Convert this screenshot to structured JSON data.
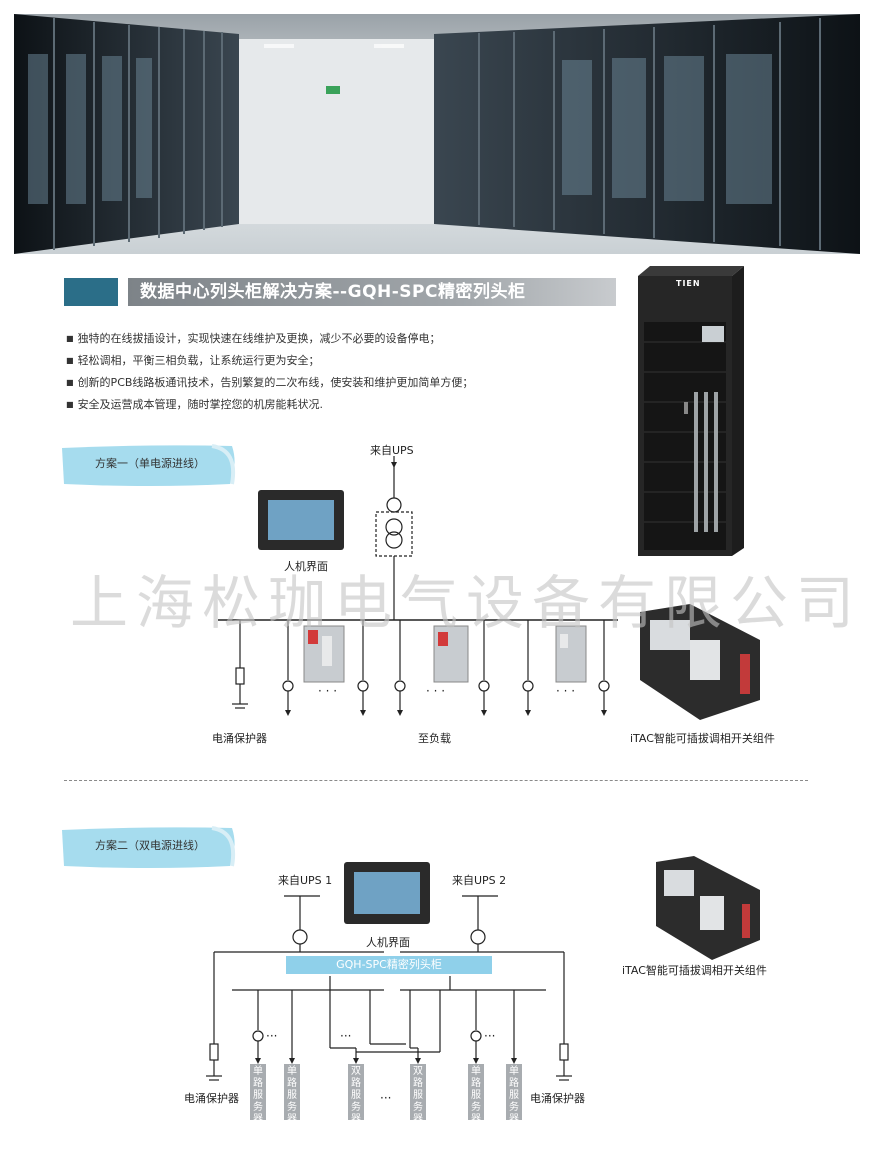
{
  "header": {
    "title": "数据中心列头柜解决方案--GQH-SPC精密列头柜",
    "cabinet_brand": "TIEN"
  },
  "features": [
    "独特的在线拔插设计，实现快速在线维护及更换，减少不必要的设备停电；",
    "轻松调相，平衡三相负载，让系统运行更为安全；",
    "创新的PCB线路板通讯技术，告别繁复的二次布线，使安装和维护更加简单方便；",
    "安全及运营成本管理，随时掌控您的机房能耗状况."
  ],
  "scheme1": {
    "label": "方案一（单电源进线）",
    "source": "来自UPS",
    "hmi": "人机界面",
    "surge": "电涌保护器",
    "load": "至负载",
    "itac": "iTAC智能可插拔调相开关组件"
  },
  "watermark": "上海松珈电气设备有限公司",
  "scheme2": {
    "label": "方案二（双电源进线）",
    "source1": "来自UPS 1",
    "source2": "来自UPS 2",
    "hmi": "人机界面",
    "bus": "GQH-SPC精密列头柜",
    "surge_left": "电涌保护器",
    "surge_right": "电涌保护器",
    "itac": "iTAC智能可插拔调相开关组件",
    "servers": [
      "单路服务器",
      "单路服务器",
      "双路服务器",
      "双路服务器",
      "单路服务器",
      "单路服务器"
    ],
    "dots": "···"
  },
  "colors": {
    "accent": "#2b6e88",
    "bus": "#8fd0ea",
    "ribbon": "#a6dcee"
  }
}
